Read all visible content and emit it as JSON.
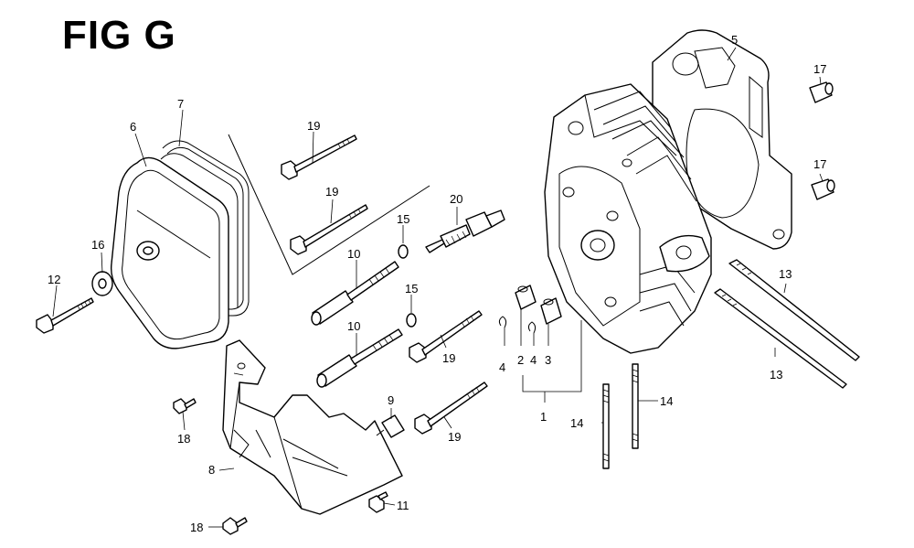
{
  "figure": {
    "title": "FIG G"
  },
  "callouts": {
    "c1": "1",
    "c2": "2",
    "c3": "3",
    "c4a": "4",
    "c4b": "4",
    "c5": "5",
    "c6": "6",
    "c7": "7",
    "c8": "8",
    "c9": "9",
    "c10a": "10",
    "c10b": "10",
    "c11": "11",
    "c12": "12",
    "c13a": "13",
    "c13b": "13",
    "c14a": "14",
    "c14b": "14",
    "c15a": "15",
    "c15b": "15",
    "c16": "16",
    "c17a": "17",
    "c17b": "17",
    "c18a": "18",
    "c18b": "18",
    "c19a": "19",
    "c19b": "19",
    "c19c": "19",
    "c19d": "19",
    "c20": "20"
  }
}
